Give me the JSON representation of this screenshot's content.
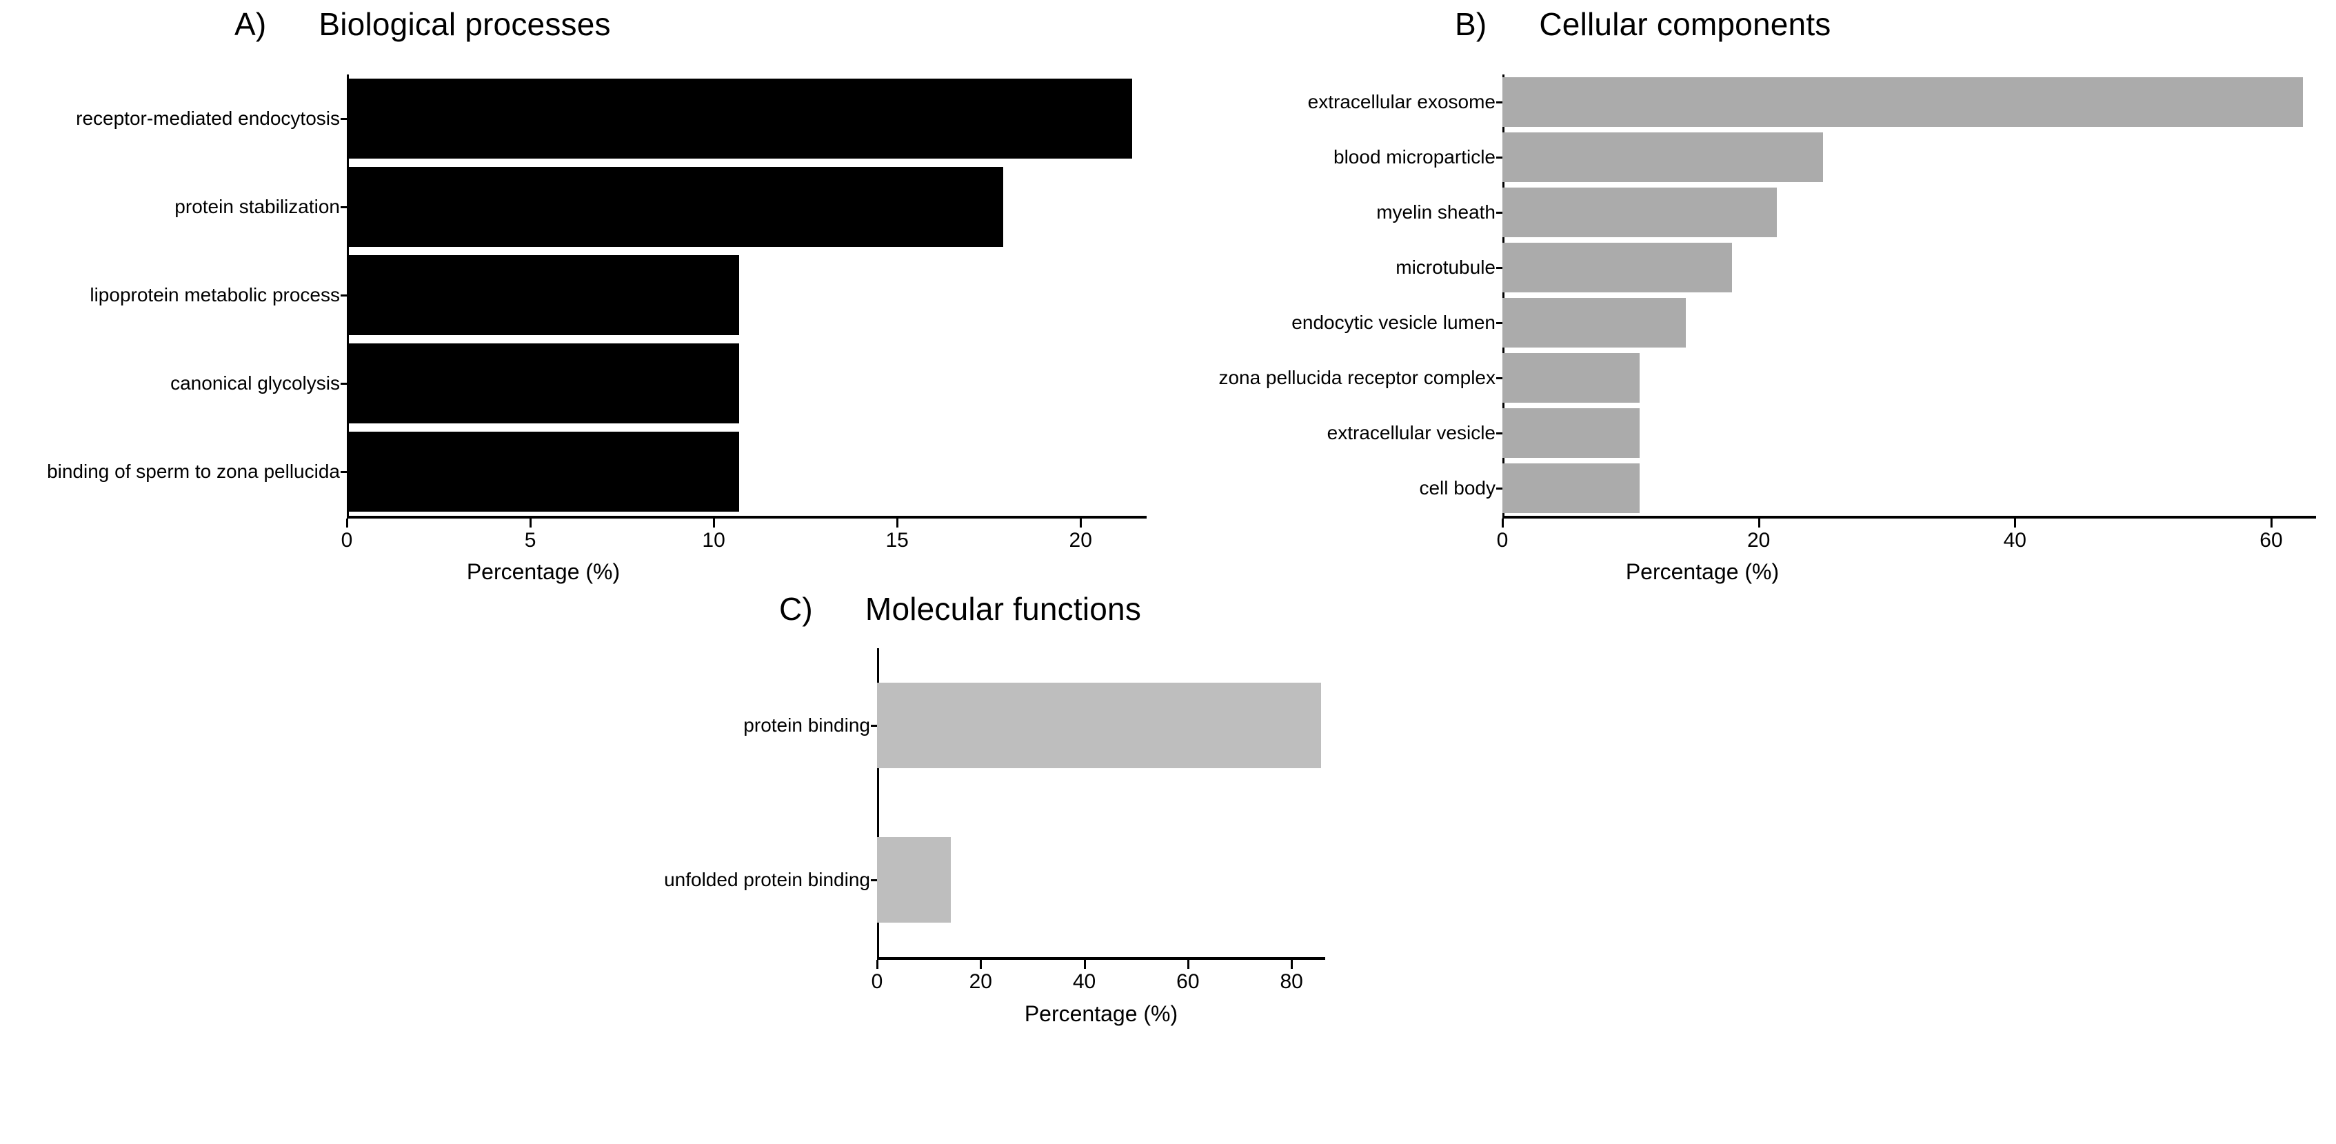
{
  "figure": {
    "background": "#ffffff",
    "axis_title": "Percentage (%)"
  },
  "panels": [
    {
      "letter": "A)",
      "title": "Biological processes",
      "bar_color": "#000000"
    },
    {
      "letter": "B)",
      "title": "Cellular components",
      "bar_color": "#ABABAB"
    },
    {
      "letter": "C)",
      "title": "Molecular functions",
      "bar_color": "#BEBEBE"
    }
  ],
  "chart_data": [
    {
      "type": "bar",
      "orientation": "horizontal",
      "panel": "A)",
      "title": "Biological processes",
      "xlabel": "Percentage (%)",
      "ylabel": "",
      "categories": [
        "receptor-mediated endocytosis",
        "protein stabilization",
        "lipoprotein metabolic process",
        "canonical glycolysis",
        "binding of sperm to zona pellucida"
      ],
      "values": [
        21.4,
        17.9,
        10.7,
        10.7,
        10.7
      ],
      "xticks": [
        0,
        5,
        10,
        15,
        20
      ],
      "xticklabels": [
        "0",
        "5",
        "10",
        "15",
        "20"
      ],
      "xlim": [
        0,
        21.8
      ],
      "grid": false,
      "legend": false,
      "bar_color": "#000000"
    },
    {
      "type": "bar",
      "orientation": "horizontal",
      "panel": "B)",
      "title": "Cellular components",
      "xlabel": "Percentage (%)",
      "ylabel": "",
      "categories": [
        "extracellular exosome",
        "blood microparticle",
        "myelin sheath",
        "microtubule",
        "endocytic vesicle lumen",
        "zona pellucida receptor complex",
        "extracellular vesicle",
        "cell body"
      ],
      "values": [
        62.5,
        25.0,
        21.4,
        17.9,
        14.3,
        10.7,
        10.7,
        10.7
      ],
      "xticks": [
        0,
        20,
        40,
        60
      ],
      "xticklabels": [
        "0",
        "20",
        "40",
        "60"
      ],
      "xlim": [
        0,
        63.5
      ],
      "grid": false,
      "legend": false,
      "bar_color": "#ABABAB"
    },
    {
      "type": "bar",
      "orientation": "horizontal",
      "panel": "C)",
      "title": "Molecular functions",
      "xlabel": "Percentage (%)",
      "ylabel": "",
      "categories": [
        "protein binding",
        "unfolded protein binding"
      ],
      "values": [
        85.7,
        14.3
      ],
      "xticks": [
        0,
        20,
        40,
        60,
        80
      ],
      "xticklabels": [
        "0",
        "20",
        "40",
        "60",
        "80"
      ],
      "xlim": [
        0,
        86.5
      ],
      "grid": false,
      "legend": false,
      "bar_color": "#BEBEBE"
    }
  ]
}
